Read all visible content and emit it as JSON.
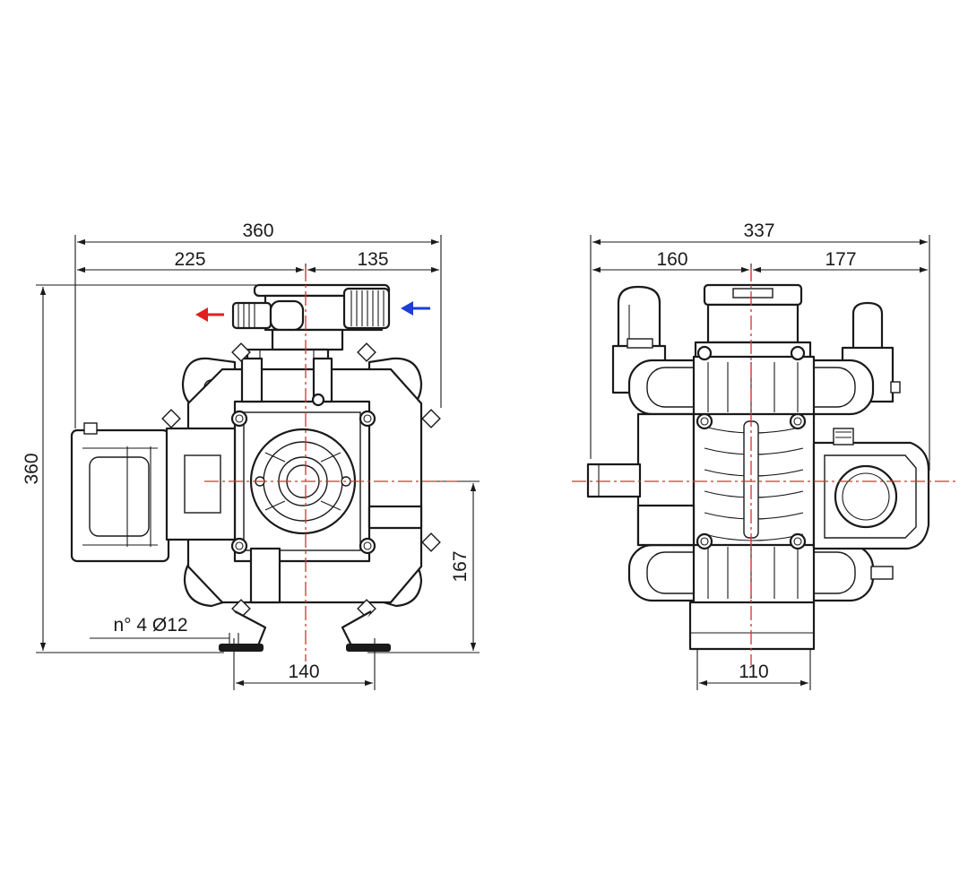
{
  "views": {
    "front": {
      "dimensions": {
        "overall_width": "360",
        "left_offset": "225",
        "right_offset": "135",
        "overall_height": "360",
        "shaft_height": "167",
        "mount_spacing": "140",
        "mount_holes": "n° 4 Ø12"
      },
      "arrows": {
        "outlet_color": "#e02020",
        "inlet_color": "#1c3fd4"
      }
    },
    "side": {
      "dimensions": {
        "overall_width": "337",
        "left_offset": "160",
        "right_offset": "177",
        "mount_spacing": "110"
      }
    }
  },
  "colors": {
    "line": "#1a1a1a",
    "centerline": "#d93030"
  },
  "icons": {
    "outlet_arrow": "arrow-left-icon",
    "inlet_arrow": "arrow-left-icon"
  }
}
